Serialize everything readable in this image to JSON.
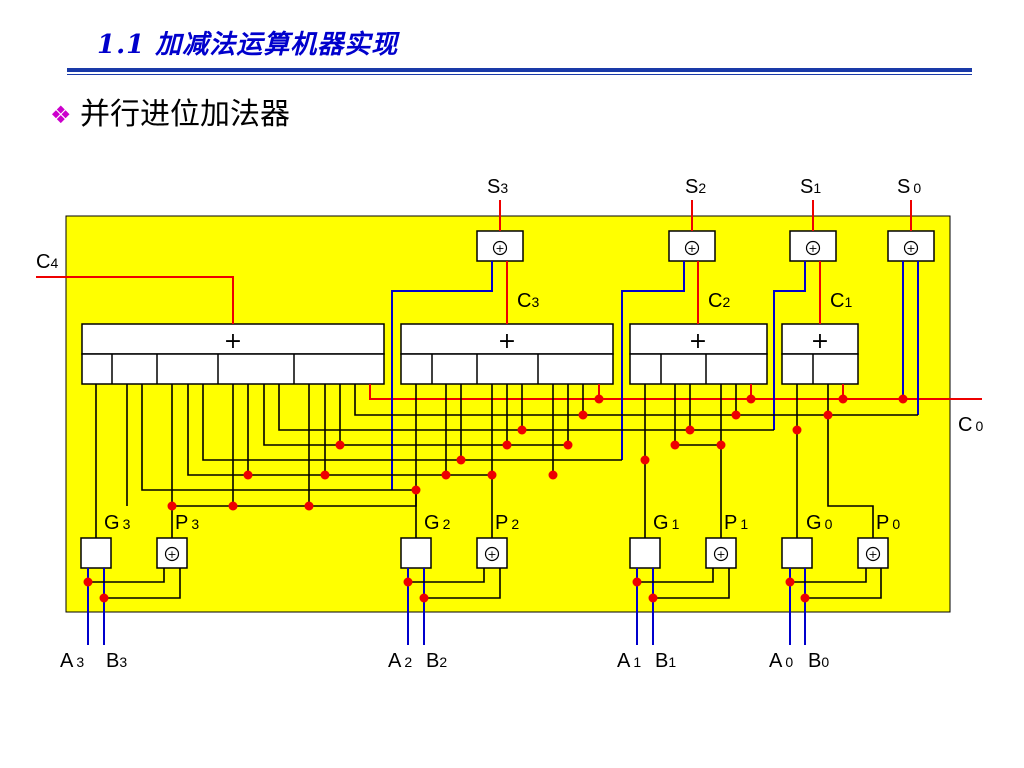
{
  "slide": {
    "title": "1.1 加减法运算机器实现",
    "bullet_icon": "❖",
    "heading": "并行进位加法器"
  },
  "colors": {
    "title": "#0000cc",
    "rule": "#1a3aa8",
    "bullet": "#cc00cc",
    "board": "#ffff00",
    "red_wire": "#ee0000",
    "blue_wire": "#0000cc",
    "black_wire": "#000000",
    "junction": "#ee0000"
  },
  "diagram": {
    "sum_outputs": [
      {
        "letter": "S",
        "index": "3"
      },
      {
        "letter": "S",
        "index": "2"
      },
      {
        "letter": "S",
        "index": "1"
      },
      {
        "letter": "S",
        "index": "0"
      }
    ],
    "carries": [
      {
        "letter": "C",
        "index": "4"
      },
      {
        "letter": "C",
        "index": "3"
      },
      {
        "letter": "C",
        "index": "2"
      },
      {
        "letter": "C",
        "index": "1"
      },
      {
        "letter": "C",
        "index": "0"
      }
    ],
    "carry_unit_symbol": "+",
    "xor_symbol": "+",
    "generate_labels": [
      {
        "letter": "G",
        "index": "3"
      },
      {
        "letter": "G",
        "index": "2"
      },
      {
        "letter": "G",
        "index": "1"
      },
      {
        "letter": "G",
        "index": "0"
      }
    ],
    "propagate_labels": [
      {
        "letter": "P",
        "index": "3"
      },
      {
        "letter": "P",
        "index": "2"
      },
      {
        "letter": "P",
        "index": "1"
      },
      {
        "letter": "P",
        "index": "0"
      }
    ],
    "input_a": [
      {
        "letter": "A",
        "index": "3"
      },
      {
        "letter": "A",
        "index": "2"
      },
      {
        "letter": "A",
        "index": "1"
      },
      {
        "letter": "A",
        "index": "0"
      }
    ],
    "input_b": [
      {
        "letter": "B",
        "index": "3"
      },
      {
        "letter": "B",
        "index": "2"
      },
      {
        "letter": "B",
        "index": "1"
      },
      {
        "letter": "B",
        "index": "0"
      }
    ]
  }
}
